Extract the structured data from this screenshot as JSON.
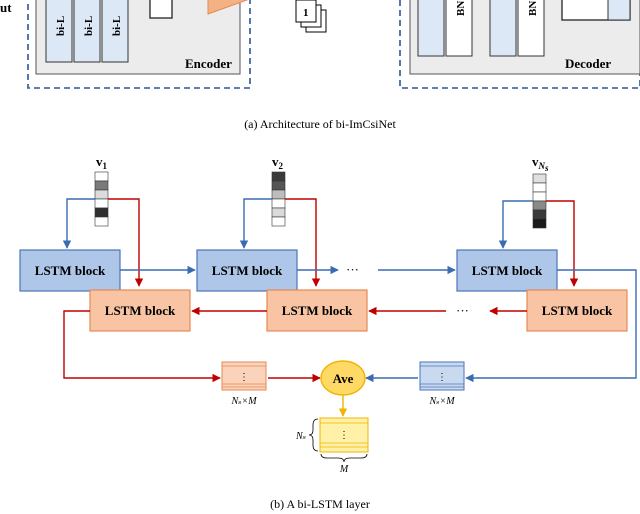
{
  "top": {
    "left_fragment": "ut",
    "encoder_label": "Encoder",
    "decoder_label": "Decoder",
    "cell_text": "bi-L",
    "bn_text": "BN",
    "stack_number": "1",
    "caption": "(a)  Architecture of bi-ImCsiNet"
  },
  "bottom": {
    "vectors": [
      {
        "base": "v",
        "sub": "1"
      },
      {
        "base": "v",
        "sub": "2"
      },
      {
        "base": "v",
        "sub": "N",
        "subsub": "s"
      }
    ],
    "lstm_label": "LSTM block",
    "dots": "···",
    "ave_label": "Ave",
    "matrix_dots": "⋮",
    "left_matrix_label": "Nₛ×M",
    "right_matrix_label": "Nₛ×M",
    "ns_label": "Nₛ",
    "m_label": "M",
    "caption": "(b)  A bi-LSTM layer"
  },
  "colors": {
    "forward_fill": "#aec6e8",
    "forward_stroke": "#4a76b8",
    "backward_fill": "#f8c4a4",
    "backward_stroke": "#e58a55",
    "ave_fill": "#ffd966",
    "output_fill": "#fff2a8",
    "blue_arrow": "#3b6cb3",
    "red_arrow": "#c00000",
    "orange_arrow": "#f0b400",
    "dash_border": "#2e5597"
  }
}
